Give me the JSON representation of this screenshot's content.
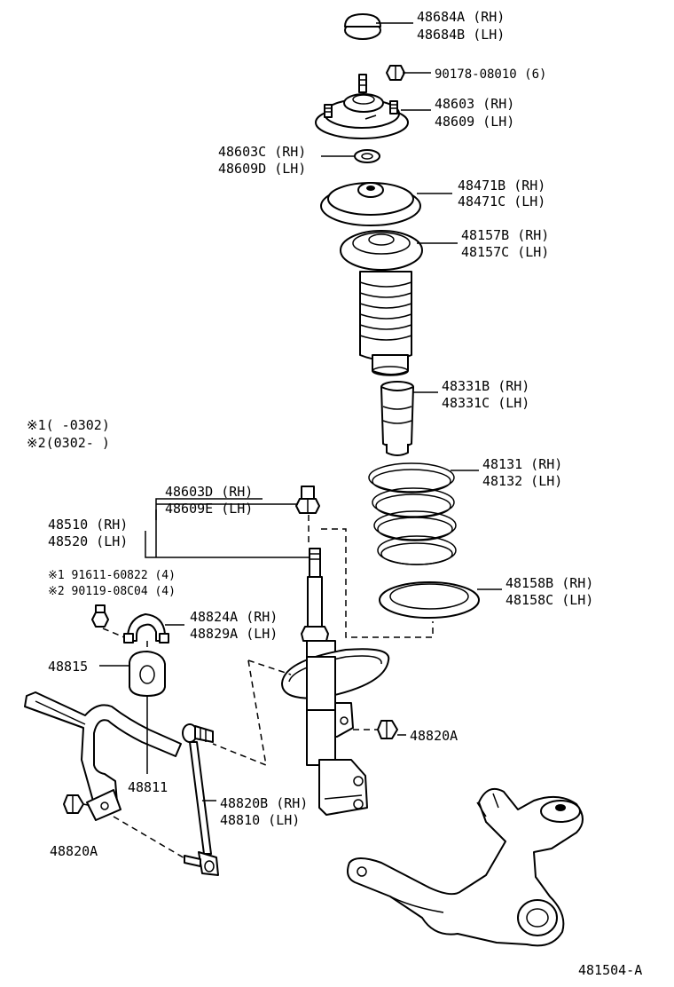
{
  "callouts": [
    {
      "id": "cap",
      "lines": [
        "48684A (RH)",
        "48684B (LH)"
      ]
    },
    {
      "id": "nut-top",
      "lines": [
        "90178-08010 (6)"
      ]
    },
    {
      "id": "support",
      "lines": [
        "48603 (RH)",
        "48609 (LH)"
      ]
    },
    {
      "id": "bearing",
      "lines": [
        "48603C (RH)",
        "48609D (LH)"
      ]
    },
    {
      "id": "upper-seat",
      "lines": [
        "48471B (RH)",
        "48471C (LH)"
      ]
    },
    {
      "id": "boot",
      "lines": [
        "48157B (RH)",
        "48157C (LH)"
      ]
    },
    {
      "id": "bumper",
      "lines": [
        "48331B (RH)",
        "48331C (LH)"
      ]
    },
    {
      "id": "spring",
      "lines": [
        "48131 (RH)",
        "48132 (LH)"
      ]
    },
    {
      "id": "insulator",
      "lines": [
        "48158B (RH)",
        "48158C (LH)"
      ]
    },
    {
      "id": "nut-strut",
      "lines": [
        "48603D (RH)",
        "48609E (LH)"
      ]
    },
    {
      "id": "absorber",
      "lines": [
        "48510 (RH)",
        "48520 (LH)"
      ]
    },
    {
      "id": "bolt",
      "lines": [
        "※1 91611-60822 (4)",
        "※2 90119-08C04 (4)"
      ]
    },
    {
      "id": "bracket",
      "lines": [
        "48824A (RH)",
        "48829A (LH)"
      ]
    },
    {
      "id": "bushing",
      "lines": [
        "48815"
      ]
    },
    {
      "id": "nut-link",
      "lines": [
        "48820A"
      ]
    },
    {
      "id": "stabilizer",
      "lines": [
        "48811"
      ]
    },
    {
      "id": "link",
      "lines": [
        "48820B (RH)",
        "48810  (LH)"
      ]
    },
    {
      "id": "nut-bar",
      "lines": [
        "48820A"
      ]
    }
  ],
  "notes": [
    "※1(      -0302)",
    "※2(0302-      )"
  ],
  "figure_id": "481504-A"
}
